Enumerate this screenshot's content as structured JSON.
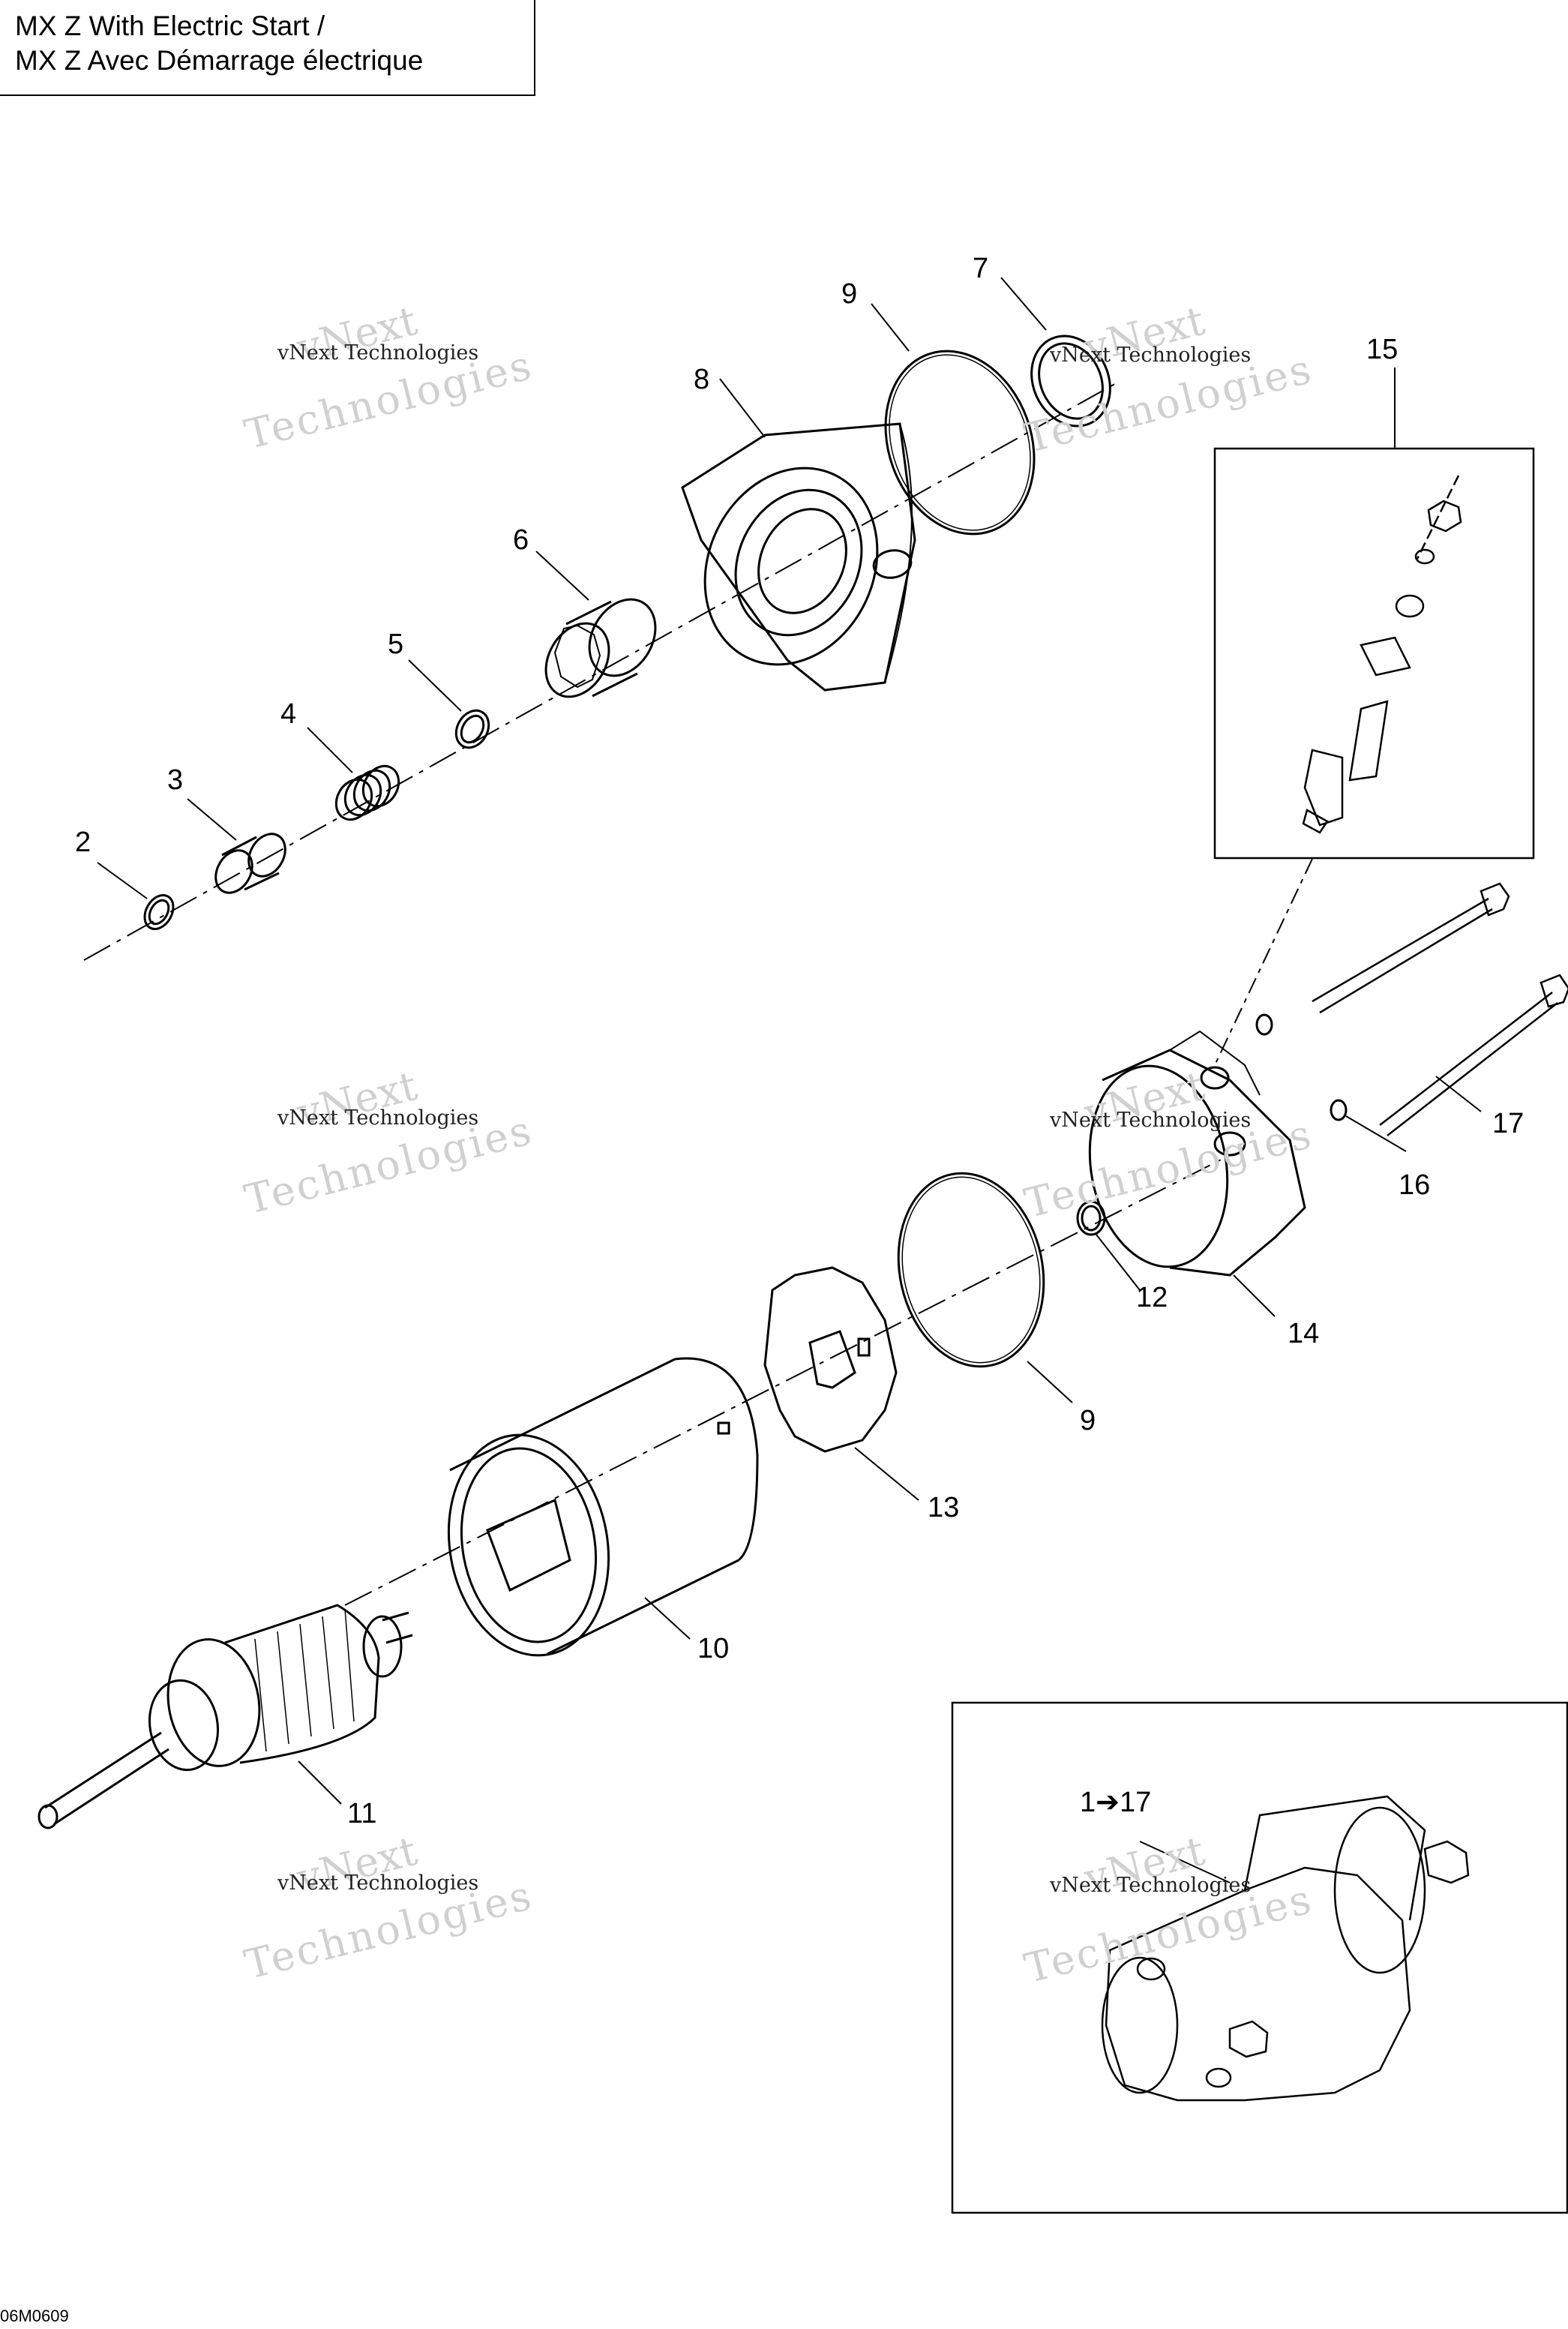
{
  "title": {
    "line1": "MX Z  With Electric Start /",
    "line2": "MX Z  Avec Démarrage électrique"
  },
  "diagram_code": "06M0609",
  "watermark": {
    "text": "vNext Technologies",
    "big_top": "vNext",
    "big_bottom": "Technologies"
  },
  "callouts": {
    "c1": "2",
    "c2": "3",
    "c3": "4",
    "c4": "5",
    "c5": "6",
    "c6": "8",
    "c7": "9",
    "c8": "7",
    "c9": "15",
    "c10": "17",
    "c11": "16",
    "c12": "12",
    "c13": "14",
    "c14": "9",
    "c15": "13",
    "c16": "10",
    "c17": "11",
    "c18": "1➔17"
  },
  "colors": {
    "line": "#000000",
    "watermark": "#d0d0d0"
  }
}
